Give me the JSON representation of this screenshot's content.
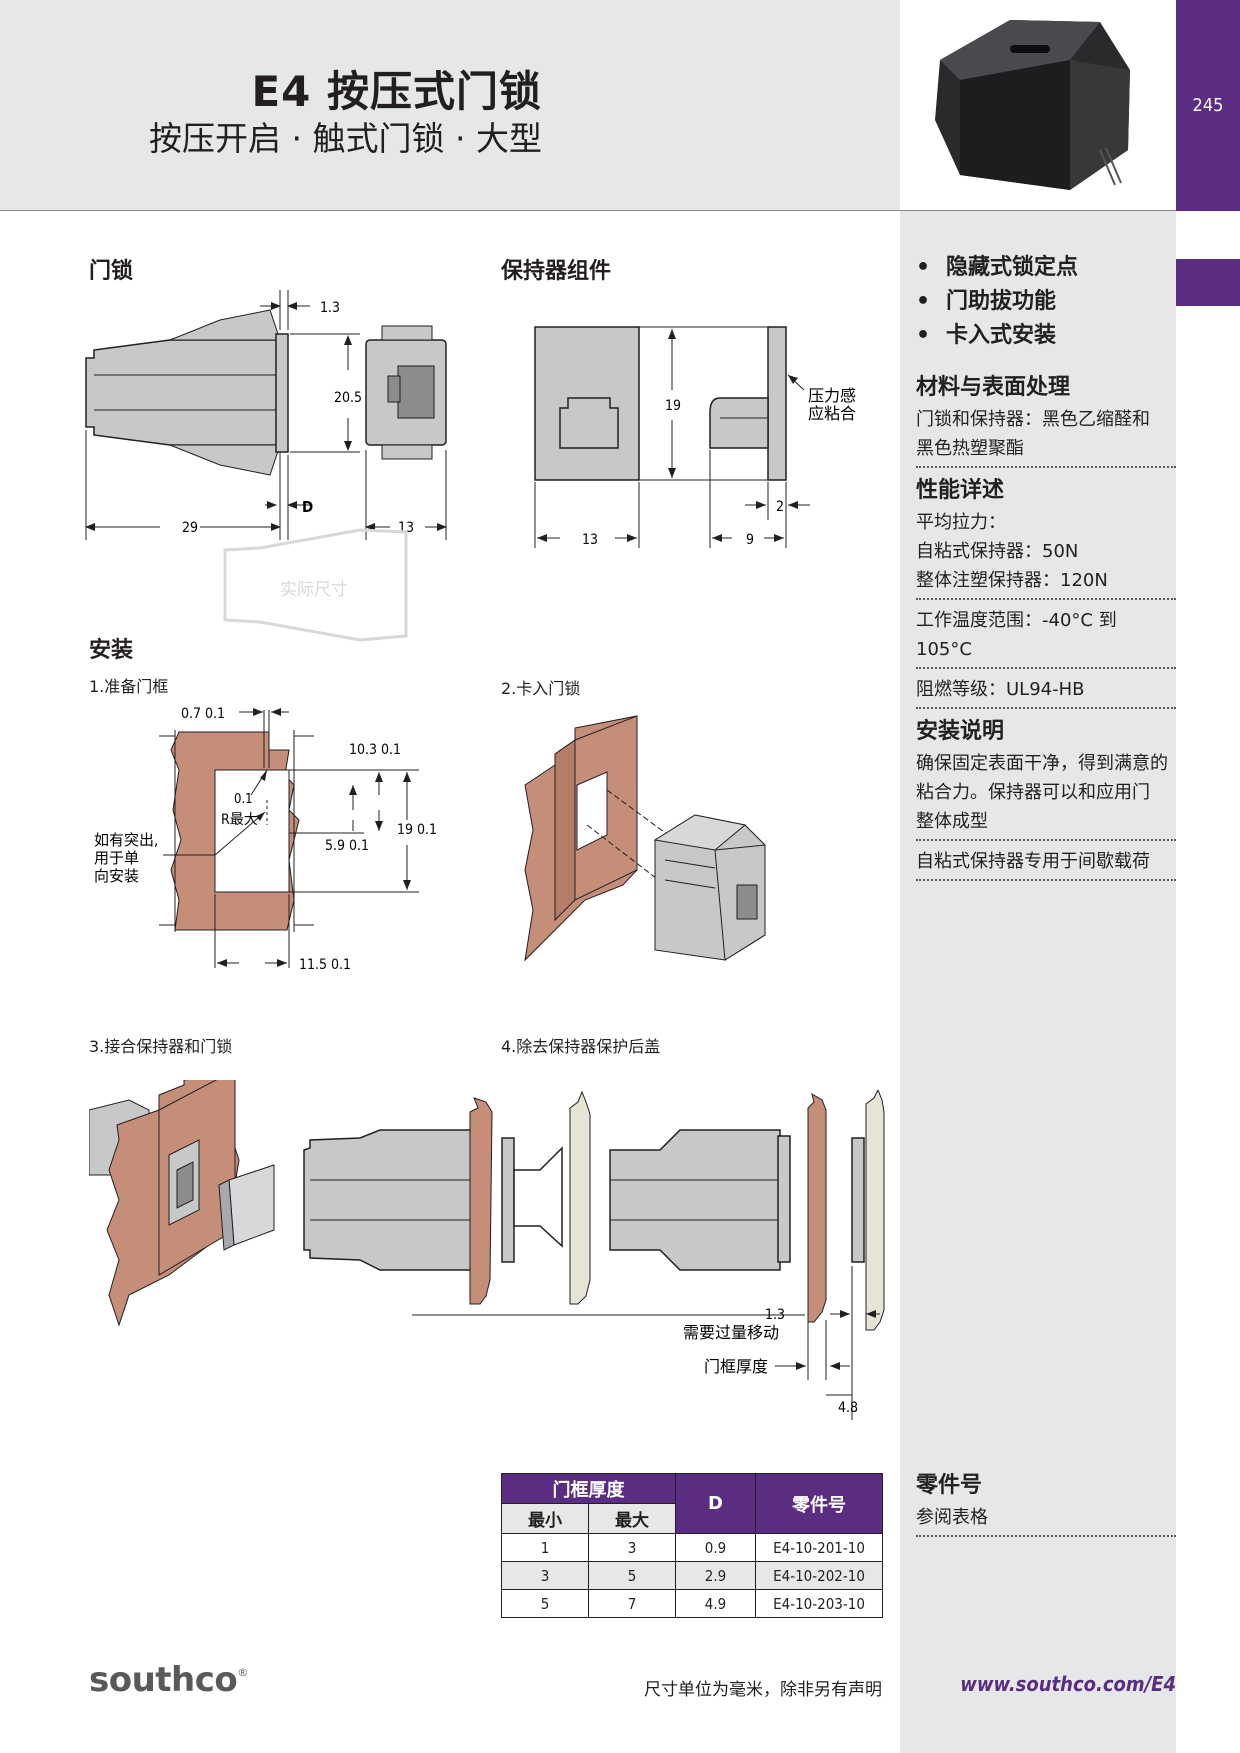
{
  "header": {
    "title": "E4 按压式门锁",
    "subtitle": "按压开启 · 触式门锁 · 大型",
    "page_number": "245"
  },
  "sections": {
    "latch": "门锁",
    "keeper": "保持器组件",
    "install": "安装",
    "step1": "1.准备门框",
    "step2": "2.卡入门锁",
    "step3": "3.接合保持器和门锁",
    "step4": "4.除去保持器保护后盖"
  },
  "latch_dims": {
    "d1": "1.3",
    "d2": "20.5",
    "d3": "D",
    "d4": "29",
    "d5": "13",
    "actual": "实际尺寸"
  },
  "keeper_dims": {
    "d1": "19",
    "d2": "13",
    "d3": "9",
    "d4": "2",
    "label1": "压力感",
    "label2": "应粘合"
  },
  "frame_dims": {
    "a": "0.7  0.1",
    "b": "10.3  0.1",
    "c": "0.1",
    "d": "R最大",
    "e": "19  0.1",
    "f": "5.9  0.1",
    "g": "11.5  0.1",
    "note1": "如有突出,",
    "note2": "用于单",
    "note3": "向安装"
  },
  "step4_dims": {
    "a": "1.3",
    "b": "需要过量移动",
    "c": "门框厚度",
    "d": "4.8"
  },
  "sidebar": {
    "bullets": [
      "隐藏式锁定点",
      "门助拔功能",
      "卡入式安装"
    ],
    "material_heading": "材料与表面处理",
    "material_lines": [
      "门锁和保持器：黑色乙缩醛和",
      "黑色热塑聚酯"
    ],
    "perf_heading": "性能详述",
    "perf_lines": [
      "平均拉力：",
      "自粘式保持器：50N",
      "整体注塑保持器：120N"
    ],
    "temp": "工作温度范围：-40°C 到 105°C",
    "flame": "阻燃等级：UL94-HB",
    "install_heading": "安装说明",
    "install_lines": [
      "确保固定表面干净，得到满意的",
      "粘合力。保持器可以和应用门",
      "整体成型"
    ],
    "note": "自粘式保持器专用于间歇载荷",
    "parts_heading": "零件号",
    "parts_text": "参阅表格"
  },
  "table": {
    "group_header": "门框厚度",
    "min_header": "最小",
    "max_header": "最大",
    "d_header": "D",
    "part_header": "零件号",
    "rows": [
      {
        "min": "1",
        "max": "3",
        "d": "0.9",
        "part": "E4-10-201-10"
      },
      {
        "min": "3",
        "max": "5",
        "d": "2.9",
        "part": "E4-10-202-10"
      },
      {
        "min": "5",
        "max": "7",
        "d": "4.9",
        "part": "E4-10-203-10"
      }
    ]
  },
  "footer": {
    "logo": "southco",
    "logo_mark": "®",
    "note": "尺寸单位为毫米，除非另有声明",
    "url": "www.southco.com/E4"
  },
  "colors": {
    "purple": "#5a2d82",
    "grey_band": "#e6e7e9",
    "copper": "#c48e78",
    "part_grey": "#c7c8ca"
  }
}
